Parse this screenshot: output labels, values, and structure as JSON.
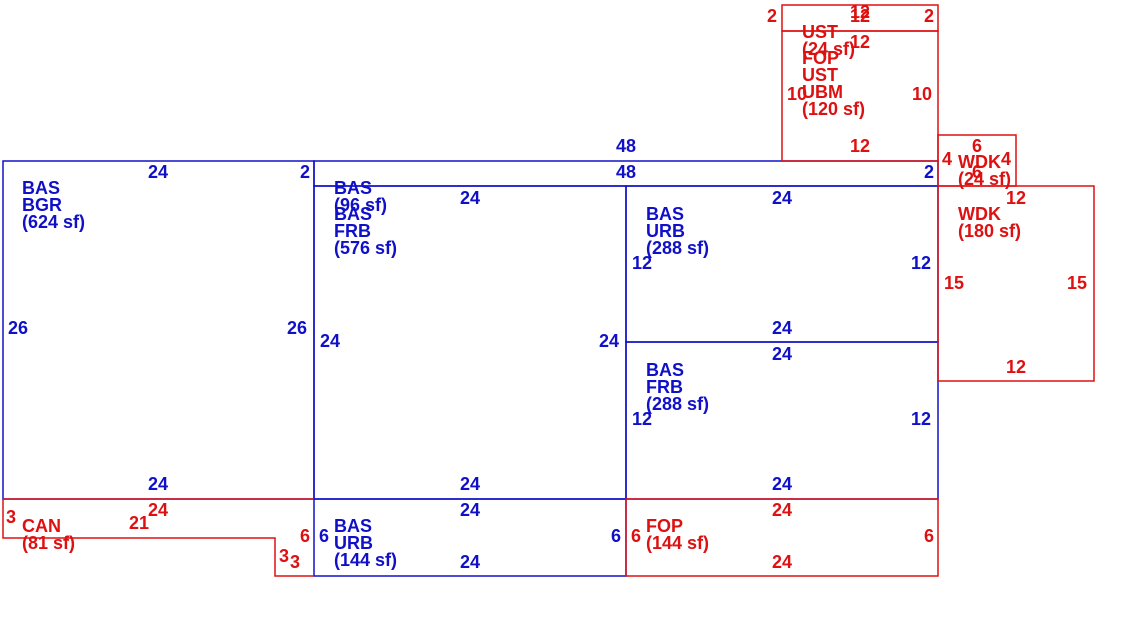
{
  "colors": {
    "main": "#1010c8",
    "addition": "#dd1111",
    "background": "#ffffff"
  },
  "areas": [
    {
      "key": "bas_bgr",
      "group": "main",
      "lines": [
        "BAS",
        "BGR",
        "(624 sf)"
      ]
    },
    {
      "key": "bas_96",
      "group": "main",
      "lines": [
        "BAS",
        "(96 sf)"
      ]
    },
    {
      "key": "bas_frb_576",
      "group": "main",
      "lines": [
        "BAS",
        "FRB",
        "(576 sf)"
      ]
    },
    {
      "key": "bas_urb_288",
      "group": "main",
      "lines": [
        "BAS",
        "URB",
        "(288 sf)"
      ]
    },
    {
      "key": "bas_frb_288",
      "group": "main",
      "lines": [
        "BAS",
        "FRB",
        "(288 sf)"
      ]
    },
    {
      "key": "bas_urb_144",
      "group": "main",
      "lines": [
        "BAS",
        "URB",
        "(144 sf)"
      ]
    },
    {
      "key": "can",
      "group": "addition",
      "lines": [
        "CAN",
        "(81 sf)"
      ]
    },
    {
      "key": "fop_144",
      "group": "addition",
      "lines": [
        "FOP",
        "(144 sf)"
      ]
    },
    {
      "key": "wdk_24",
      "group": "addition",
      "lines": [
        "WDK",
        "(24 sf)"
      ]
    },
    {
      "key": "wdk_180",
      "group": "addition",
      "lines": [
        "WDK",
        "(180 sf)"
      ]
    },
    {
      "key": "ust_24",
      "group": "addition",
      "lines": [
        "UST",
        "(24 sf)"
      ]
    },
    {
      "key": "fop_ust_ubm",
      "group": "addition",
      "lines": [
        "FOP",
        "UST",
        "UBM",
        "(120 sf)"
      ]
    }
  ],
  "dimensions": [
    {
      "group": "main",
      "text": "24"
    },
    {
      "group": "main",
      "text": "2"
    },
    {
      "group": "main",
      "text": "26"
    },
    {
      "group": "main",
      "text": "26"
    },
    {
      "group": "main",
      "text": "24"
    },
    {
      "group": "main",
      "text": "48"
    },
    {
      "group": "main",
      "text": "48"
    },
    {
      "group": "main",
      "text": "24"
    },
    {
      "group": "main",
      "text": "24"
    },
    {
      "group": "main",
      "text": "24"
    },
    {
      "group": "main",
      "text": "24"
    },
    {
      "group": "main",
      "text": "24"
    },
    {
      "group": "main",
      "text": "2"
    },
    {
      "group": "main",
      "text": "12"
    },
    {
      "group": "main",
      "text": "12"
    },
    {
      "group": "main",
      "text": "24"
    },
    {
      "group": "main",
      "text": "24"
    },
    {
      "group": "main",
      "text": "12"
    },
    {
      "group": "main",
      "text": "12"
    },
    {
      "group": "main",
      "text": "24"
    },
    {
      "group": "main",
      "text": "24"
    },
    {
      "group": "main",
      "text": "6"
    },
    {
      "group": "main",
      "text": "6"
    },
    {
      "group": "main",
      "text": "24"
    },
    {
      "group": "addition",
      "text": "3"
    },
    {
      "group": "addition",
      "text": "24"
    },
    {
      "group": "addition",
      "text": "21"
    },
    {
      "group": "addition",
      "text": "6"
    },
    {
      "group": "addition",
      "text": "3"
    },
    {
      "group": "addition",
      "text": "3"
    },
    {
      "group": "addition",
      "text": "24"
    },
    {
      "group": "addition",
      "text": "6"
    },
    {
      "group": "addition",
      "text": "6"
    },
    {
      "group": "addition",
      "text": "24"
    },
    {
      "group": "addition",
      "text": "6"
    },
    {
      "group": "addition",
      "text": "4"
    },
    {
      "group": "addition",
      "text": "4"
    },
    {
      "group": "addition",
      "text": "6"
    },
    {
      "group": "addition",
      "text": "12"
    },
    {
      "group": "addition",
      "text": "15"
    },
    {
      "group": "addition",
      "text": "15"
    },
    {
      "group": "addition",
      "text": "12"
    },
    {
      "group": "addition",
      "text": "2"
    },
    {
      "group": "addition",
      "text": "12"
    },
    {
      "group": "addition",
      "text": "12"
    },
    {
      "group": "addition",
      "text": "2"
    },
    {
      "group": "addition",
      "text": "12"
    },
    {
      "group": "addition",
      "text": "10"
    },
    {
      "group": "addition",
      "text": "10"
    },
    {
      "group": "addition",
      "text": "12"
    }
  ]
}
